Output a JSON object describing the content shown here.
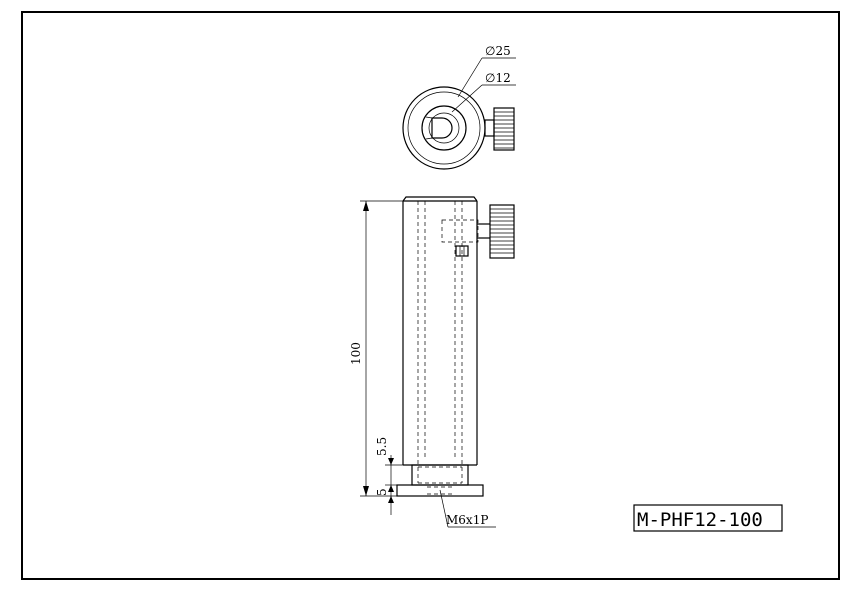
{
  "part_number": "M-PHF12-100",
  "dimensions": {
    "outer_diameter": "∅25",
    "inner_diameter": "∅12",
    "length": "100",
    "offset": "5.5",
    "base": "5",
    "thread": "M6x1P"
  }
}
